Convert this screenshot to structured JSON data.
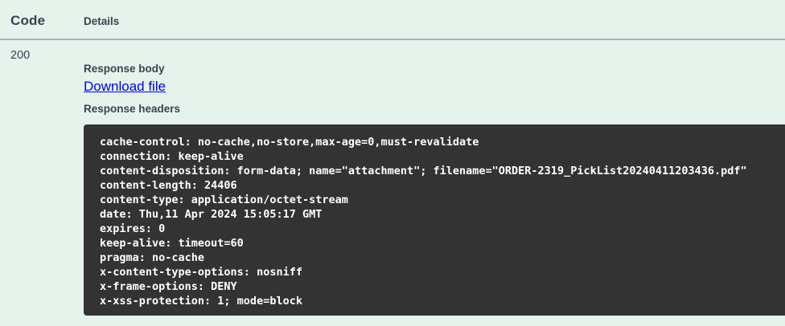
{
  "responses_table": {
    "code_header": "Code",
    "details_header": "Details",
    "row": {
      "status_code": "200",
      "response_body_label": "Response body",
      "download_link_label": "Download file",
      "response_headers_label": "Response headers",
      "response_headers": [
        "cache-control: no-cache,no-store,max-age=0,must-revalidate",
        "connection: keep-alive",
        "content-disposition: form-data; name=\"attachment\"; filename=\"ORDER-2319_PickList20240411203436.pdf\"",
        "content-length: 24406",
        "content-type: application/octet-stream",
        "date: Thu,11 Apr 2024 15:05:17 GMT",
        "expires: 0",
        "keep-alive: timeout=60",
        "pragma: no-cache",
        "x-content-type-options: nosniff",
        "x-frame-options: DENY",
        "x-xss-protection: 1; mode=block"
      ]
    }
  },
  "colors": {
    "page_background": "#e5f3ec",
    "code_block_background": "#333333",
    "code_block_text": "#ffffff",
    "heading_text": "#3b4151",
    "link": "#0000ee",
    "divider": "#a6b4b0"
  }
}
